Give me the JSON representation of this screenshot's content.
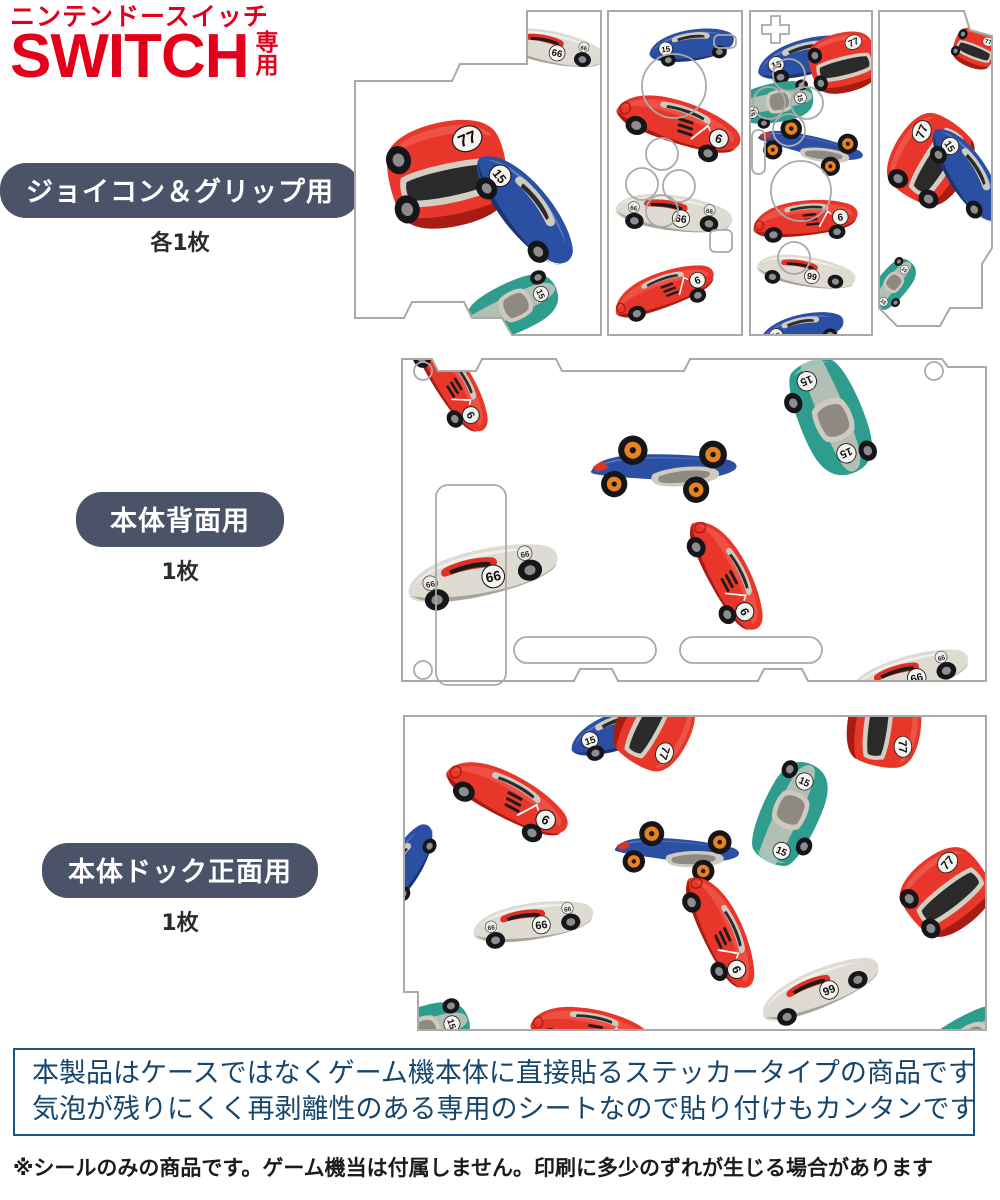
{
  "brand": {
    "kana": "ニンテンドースイッチ",
    "switch": "SWITCH",
    "senyou": "専用"
  },
  "sections": [
    {
      "pill": "ジョイコン＆グリップ用",
      "count": "各1枚",
      "panel": "joycon-grip"
    },
    {
      "pill": "本体背面用",
      "count": "1枚",
      "panel": "console-back"
    },
    {
      "pill": "本体ドック正面用",
      "count": "1枚",
      "panel": "dock-front"
    }
  ],
  "notice": {
    "line1": "本製品はケースではなくゲーム機本体に直接貼るステッカータイプの商品です",
    "line2": "気泡が残りにくく再剥離性のある専用のシートなので貼り付けもカンタンです",
    "footnote": "※シールのみの商品です。ゲーム機当は付属しません。印刷に多少のずれが生じる場合があります"
  },
  "colors": {
    "brand_red": "#e2001a",
    "pill_slate": "#4b5369",
    "notice_border": "#1d5584",
    "notice_text": "#16466d",
    "panel_outline": "#aaaaaa",
    "car_red": "#e8362a",
    "car_blue": "#2b4fa2",
    "car_teal": "#2f9d8e",
    "car_silver": "#d9d6cf",
    "wheel_orange": "#e8821c"
  },
  "artwork": {
    "theme": "vintage toy racing cars pattern",
    "car_numbers": [
      "6",
      "15",
      "66",
      "77",
      "99"
    ],
    "car_types": [
      "red-sports",
      "blue-formula",
      "teal-sports",
      "silver-streamliner",
      "red-77-coupe"
    ]
  }
}
